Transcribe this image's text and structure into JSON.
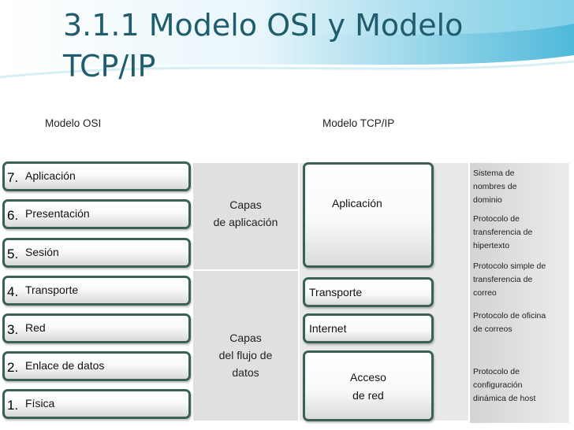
{
  "title": "3.1.1 Modelo OSI y Modelo TCP/IP",
  "osi_heading": "Modelo OSI",
  "tcp_heading": "Modelo TCP/IP",
  "osi_layers": [
    {
      "num": "7.",
      "label": "Aplicación"
    },
    {
      "num": "6.",
      "label": "Presentación"
    },
    {
      "num": "5.",
      "label": "Sesión"
    },
    {
      "num": "4.",
      "label": "Transporte"
    },
    {
      "num": "3.",
      "label": "Red"
    },
    {
      "num": "2.",
      "label": "Enlace de datos"
    },
    {
      "num": "1.",
      "label": "Física"
    }
  ],
  "groups": {
    "upper": [
      "Capas",
      "de aplicación"
    ],
    "lower": [
      "Capas",
      "del flujo de",
      "datos"
    ]
  },
  "tcp_layers": [
    {
      "label": "Aplicación"
    },
    {
      "label": "Transporte"
    },
    {
      "label": "Internet"
    },
    {
      "label_lines": [
        "Acceso",
        "de red"
      ]
    }
  ],
  "protocols": [
    [
      "Sistema de",
      "nombres de",
      "dominio"
    ],
    [
      "Protocolo de",
      "transferencia de",
      "hipertexto"
    ],
    [
      "Protocolo simple de",
      "transferencia de",
      "correo"
    ],
    [
      "Protocolo de oficina",
      "de correos"
    ],
    [
      "Protocolo de",
      "configuración",
      "dinámica de host"
    ]
  ],
  "colors": {
    "title": "#1f5d6c",
    "box_border": "#3b6250",
    "gray_band": "#e0e0e0",
    "header_swoosh": "#5fc3df"
  }
}
